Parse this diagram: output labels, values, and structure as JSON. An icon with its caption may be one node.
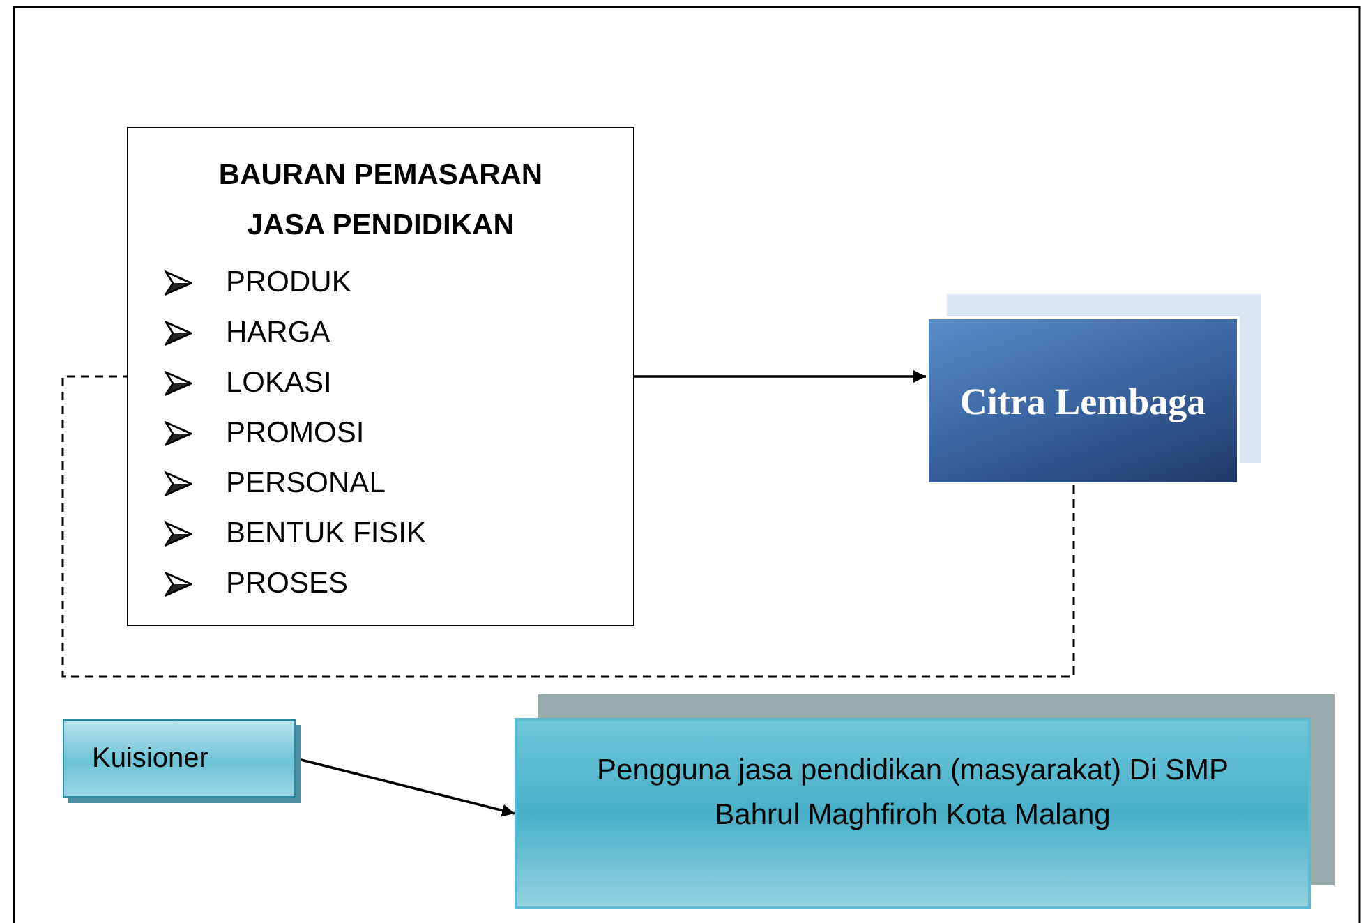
{
  "diagram": {
    "nodes": [
      {
        "text": [
          "BAURAN PEMASARAN JASA PENDIDIKAN",
          "PRODUK",
          "HARGA",
          "LOKASI",
          "PROMOSI",
          "PERSONAL",
          "BENTUK FISIK",
          "PROSES"
        ]
      },
      {
        "text": [
          "Citra Lembaga"
        ]
      },
      {
        "text": [
          "Kuisioner"
        ]
      },
      {
        "text": [
          "Pengguna jasa pendidikan (masyarakat) Di SMP Bahrul Maghfiroh Kota Malang"
        ]
      }
    ],
    "edges": [
      {
        "from": 0,
        "to": 1,
        "arrow": "to"
      },
      {
        "from": 1,
        "to": 0,
        "arrow": "none",
        "style": "dashed"
      },
      {
        "from": 2,
        "to": 3,
        "arrow": "to"
      }
    ]
  }
}
